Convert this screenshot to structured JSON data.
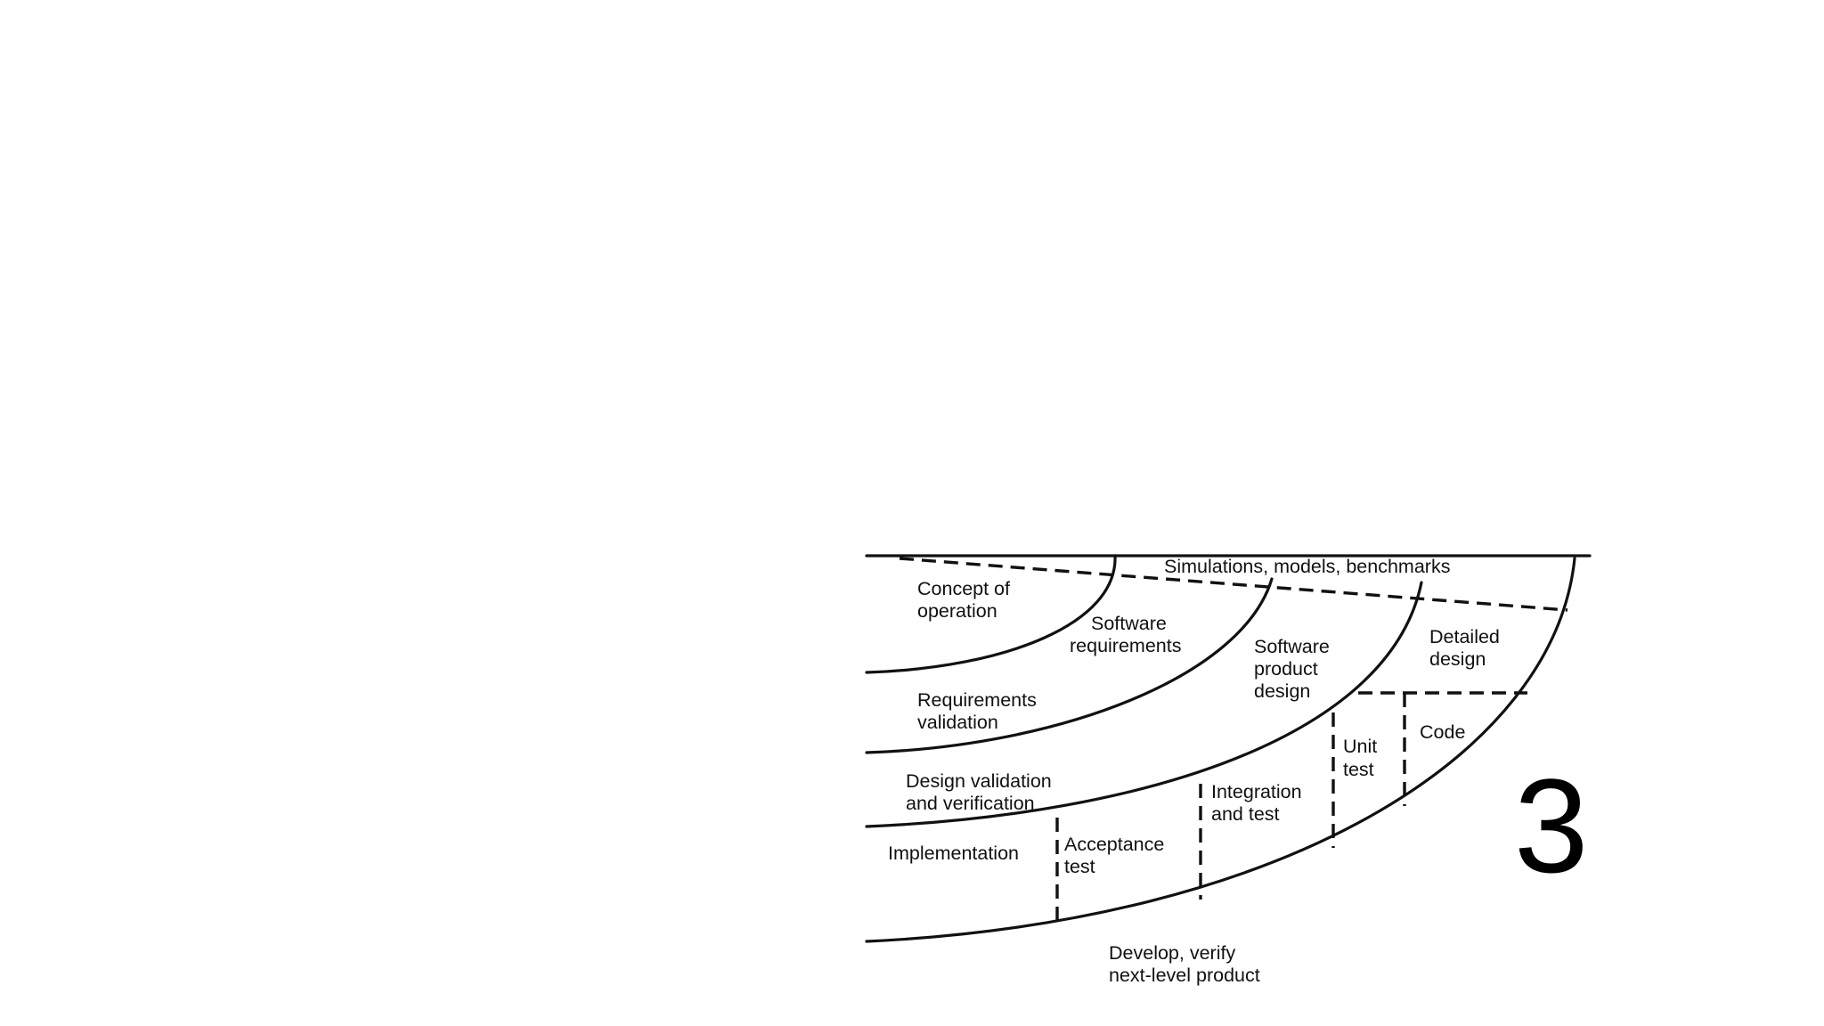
{
  "diagram": {
    "regions": {
      "simulations": "Simulations, models, benchmarks",
      "concept_of_operation": [
        "Concept of",
        "operation"
      ],
      "software_requirements": [
        "Software",
        "requirements"
      ],
      "software_product_design": [
        "Software",
        "product",
        "design"
      ],
      "detailed_design": [
        "Detailed",
        "design"
      ],
      "requirements_validation": [
        "Requirements",
        "validation"
      ],
      "code": "Code",
      "unit_test": [
        "Unit",
        "test"
      ],
      "design_validation": [
        "Design validation",
        "and verification"
      ],
      "integration_test": [
        "Integration",
        "and test"
      ],
      "implementation": "Implementation",
      "acceptance_test": [
        "Acceptance",
        "test"
      ],
      "develop_verify": [
        "Develop, verify",
        "next-level product"
      ]
    }
  },
  "slide": {
    "number": "3"
  }
}
